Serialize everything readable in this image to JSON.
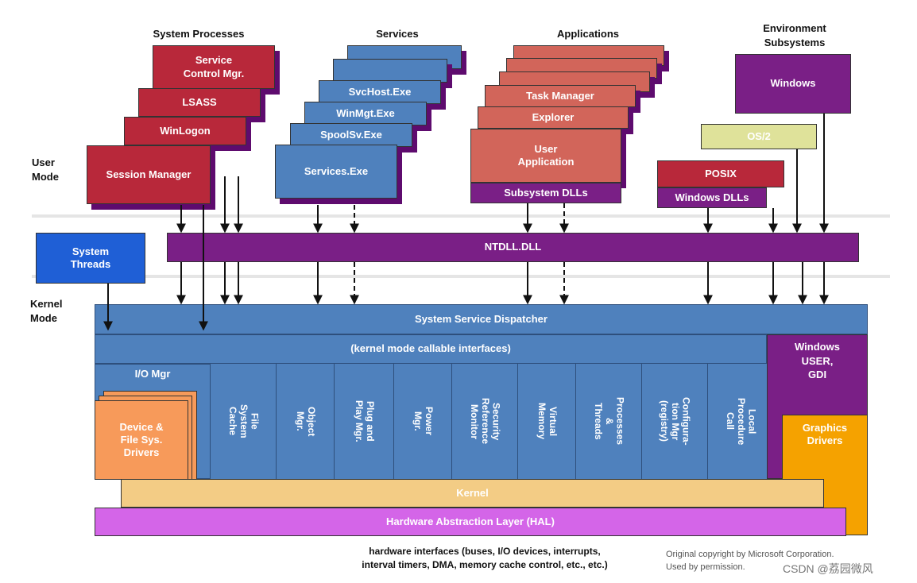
{
  "headers": {
    "system_processes": "System Processes",
    "services": "Services",
    "applications": "Applications",
    "environment_subsystems": "Environment\nSubsystems"
  },
  "mode_labels": {
    "user_mode": "User\nMode",
    "kernel_mode": "Kernel\nMode"
  },
  "system_processes": {
    "service_control_mgr": "Service\nControl Mgr.",
    "lsass": "LSASS",
    "winlogon": "WinLogon",
    "session_manager": "Session  Manager"
  },
  "services": {
    "svchost": "SvcHost.Exe",
    "winmgt": "WinMgt.Exe",
    "spoolsv": "SpoolSv.Exe",
    "services_exe": "Services.Exe"
  },
  "applications": {
    "task_manager": "Task Manager",
    "explorer": "Explorer",
    "user_application": "User\nApplication",
    "subsystem_dlls": "Subsystem DLLs"
  },
  "environment": {
    "windows": "Windows",
    "os2": "OS/2",
    "posix": "POSIX",
    "windows_dlls": "Windows DLLs"
  },
  "system_threads": "System\nThreads",
  "ntdll": "NTDLL.DLL",
  "dispatcher": "System Service Dispatcher",
  "kernel_callable": "(kernel mode callable interfaces)",
  "io_mgr": "I/O Mgr",
  "device_drivers": "Device &\nFile Sys.\nDrivers",
  "executive_components": [
    "File\nSystem\nCache",
    "Object\nMgr.",
    "Plug and\nPlay Mgr.",
    "Power\nMgr.",
    "Security\nReference\nMonitor",
    "Virtual\nMemory",
    "Processes\n&\nThreads",
    "Configura-\ntion Mgr\n(registry)",
    "Local\nProcedure\nCall"
  ],
  "windows_user_gdi": "Windows\nUSER,\nGDI",
  "graphics_drivers": "Graphics\nDrivers",
  "kernel": "Kernel",
  "hal": "Hardware Abstraction Layer (HAL)",
  "hardware_interfaces": "hardware interfaces (buses, I/O devices, interrupts,\ninterval timers, DMA, memory cache control, etc., etc.)",
  "copyright": "Original copyright by Microsoft Corporation.\nUsed by permission.",
  "watermark": "CSDN @荔园微风",
  "colors": {
    "process_red": "#b8283a",
    "app_salmon": "#d2655a",
    "service_blue": "#4f81bd",
    "subsystem_purple": "#7a1f86",
    "os2_khaki": "#dfe29a",
    "driver_orange": "#f79a5a",
    "graphics_orange": "#f5a200",
    "kernel_tan": "#f3cc85",
    "hal_magenta": "#d465e8",
    "system_threads_blue": "#1f5fd6"
  }
}
